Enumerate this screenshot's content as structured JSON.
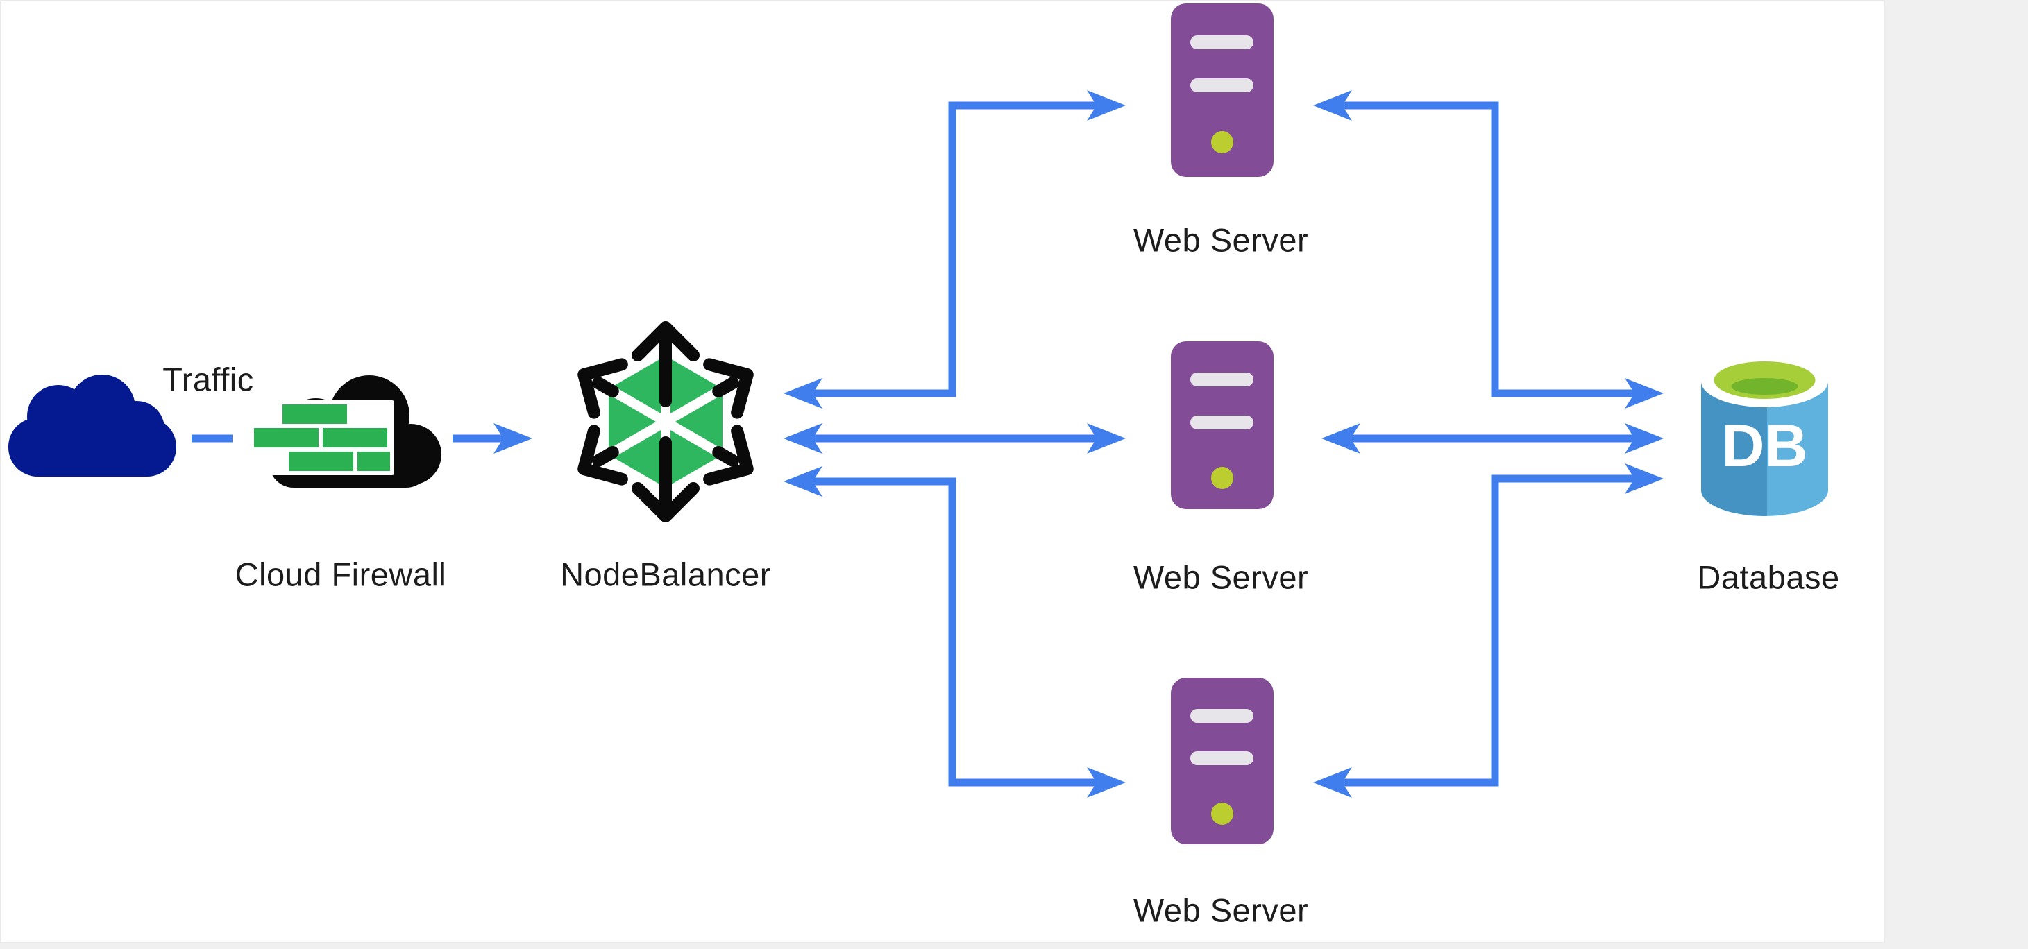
{
  "diagram": {
    "description": "Load balanced web application architecture diagram",
    "nodes": [
      {
        "id": "traffic-cloud",
        "label": "Traffic",
        "icon": "cloud-icon",
        "color": "#051a90"
      },
      {
        "id": "cloud-firewall",
        "label": "Cloud Firewall",
        "icon": "firewall-brick-cloud-icon",
        "colors": {
          "cloud": "#0a0a0a",
          "bricks": "#2bb152",
          "mortar": "#ffffff"
        }
      },
      {
        "id": "nodebalancer",
        "label": "NodeBalancer",
        "icon": "nodebalancer-hexagon-icon",
        "colors": {
          "hexagon": "#2fb75f",
          "arrows": "#0a0a0a",
          "spokes": "#ffffff"
        }
      },
      {
        "id": "web-server-1",
        "label": "Web Server",
        "icon": "server-tower-icon",
        "colors": {
          "body": "#824c96",
          "slots": "#e7e5e9",
          "led": "#bcce2f"
        }
      },
      {
        "id": "web-server-2",
        "label": "Web Server",
        "icon": "server-tower-icon",
        "colors": {
          "body": "#824c96",
          "slots": "#e7e5e9",
          "led": "#bcce2f"
        }
      },
      {
        "id": "web-server-3",
        "label": "Web Server",
        "icon": "server-tower-icon",
        "colors": {
          "body": "#824c96",
          "slots": "#e7e5e9",
          "led": "#bcce2f"
        }
      },
      {
        "id": "database",
        "label": "Database",
        "icon": "database-cylinder-icon",
        "icon_text": "DB",
        "colors": {
          "body_left": "#4493c3",
          "body_right": "#5fb2de",
          "top_ring": "#a5ce39",
          "top_inner": "#72b42c",
          "rim": "#ffffff"
        }
      }
    ],
    "edges": [
      {
        "from": "traffic-cloud",
        "to": "cloud-firewall",
        "style": "dashed",
        "arrows": "none"
      },
      {
        "from": "cloud-firewall",
        "to": "nodebalancer",
        "style": "solid",
        "arrows": "forward"
      },
      {
        "from": "nodebalancer",
        "to": "web-server-1",
        "style": "elbow",
        "arrows": "both"
      },
      {
        "from": "nodebalancer",
        "to": "web-server-2",
        "style": "straight",
        "arrows": "both"
      },
      {
        "from": "nodebalancer",
        "to": "web-server-3",
        "style": "elbow",
        "arrows": "both"
      },
      {
        "from": "web-server-1",
        "to": "database",
        "style": "elbow",
        "arrows": "both"
      },
      {
        "from": "web-server-2",
        "to": "database",
        "style": "straight",
        "arrows": "both"
      },
      {
        "from": "web-server-3",
        "to": "database",
        "style": "elbow",
        "arrows": "both"
      }
    ],
    "edge_color": "#3f7eec",
    "canvas_background": "#ffffff",
    "page_background": "#f0f0f1"
  }
}
